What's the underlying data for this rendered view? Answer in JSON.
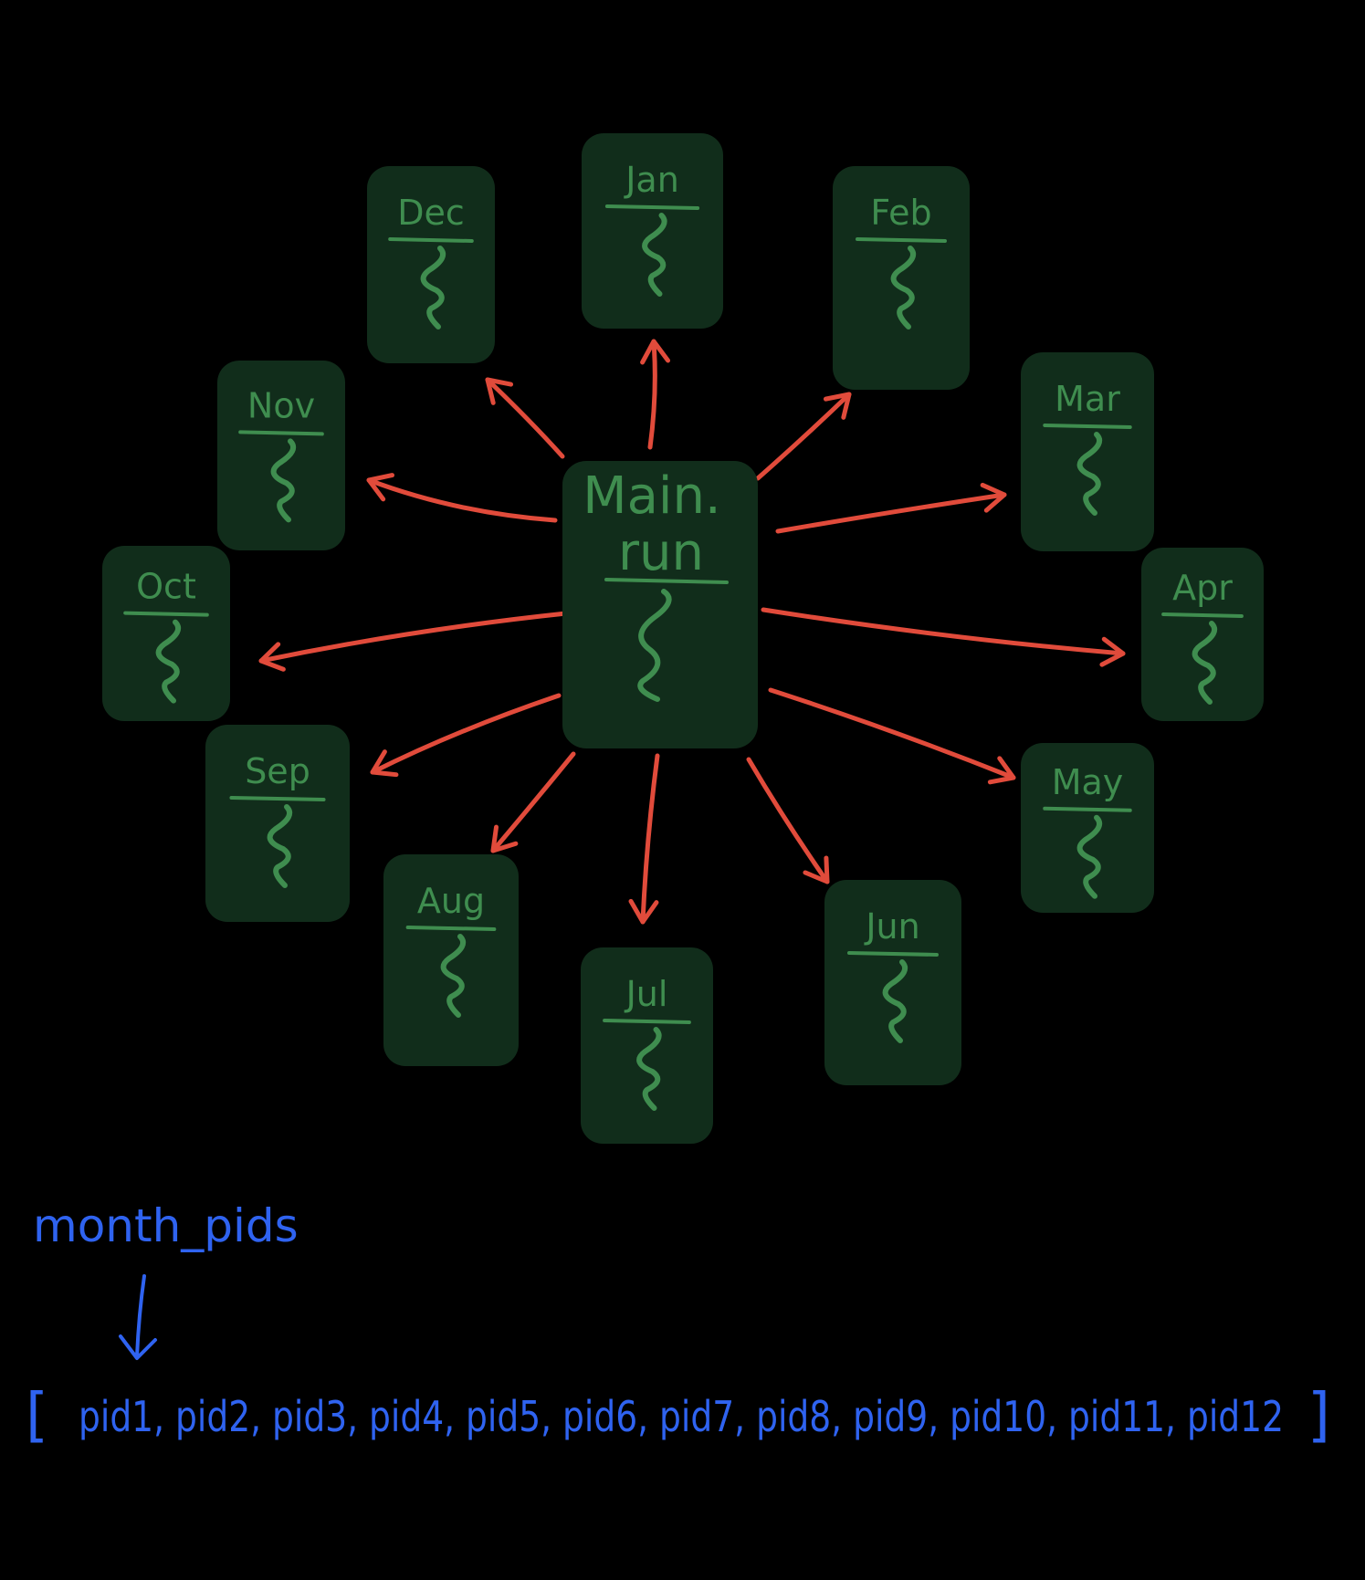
{
  "colors": {
    "background": "#000000",
    "box_fill": "#112d1b",
    "box_text": "#3f8d4f",
    "arrow": "#e14b3b",
    "annotation": "#2f63f0"
  },
  "main": {
    "line1": "Main.",
    "line2": "run"
  },
  "months": [
    {
      "key": "jan",
      "label": "Jan"
    },
    {
      "key": "feb",
      "label": "Feb"
    },
    {
      "key": "mar",
      "label": "Mar"
    },
    {
      "key": "apr",
      "label": "Apr"
    },
    {
      "key": "may",
      "label": "May"
    },
    {
      "key": "jun",
      "label": "Jun"
    },
    {
      "key": "jul",
      "label": "Jul"
    },
    {
      "key": "aug",
      "label": "Aug"
    },
    {
      "key": "sep",
      "label": "Sep"
    },
    {
      "key": "oct",
      "label": "Oct"
    },
    {
      "key": "nov",
      "label": "Nov"
    },
    {
      "key": "dec",
      "label": "Dec"
    }
  ],
  "annotation": {
    "variable_name": "month_pids",
    "list_open": "[",
    "list_items": "pid1, pid2, pid3, pid4, pid5, pid6, pid7, pid8, pid9, pid10, pid11, pid12",
    "list_close": "]"
  }
}
